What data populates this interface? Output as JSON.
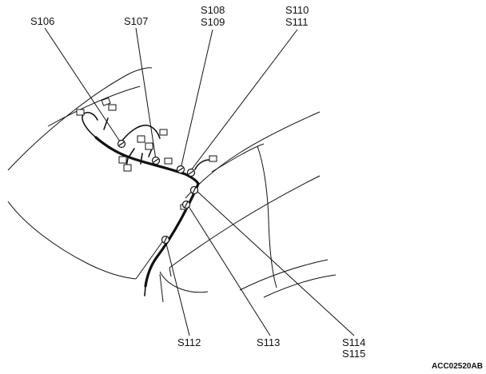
{
  "figure_code": "ACC02520AB",
  "callouts": [
    {
      "id": "s106",
      "lines": [
        "S106"
      ]
    },
    {
      "id": "s107",
      "lines": [
        "S107"
      ]
    },
    {
      "id": "s108-s109",
      "lines": [
        "S108",
        "S109"
      ]
    },
    {
      "id": "s110-s111",
      "lines": [
        "S110",
        "S111"
      ]
    },
    {
      "id": "s112",
      "lines": [
        "S112"
      ]
    },
    {
      "id": "s113",
      "lines": [
        "S113"
      ]
    },
    {
      "id": "s114-s115",
      "lines": [
        "S114",
        "S115"
      ]
    }
  ]
}
